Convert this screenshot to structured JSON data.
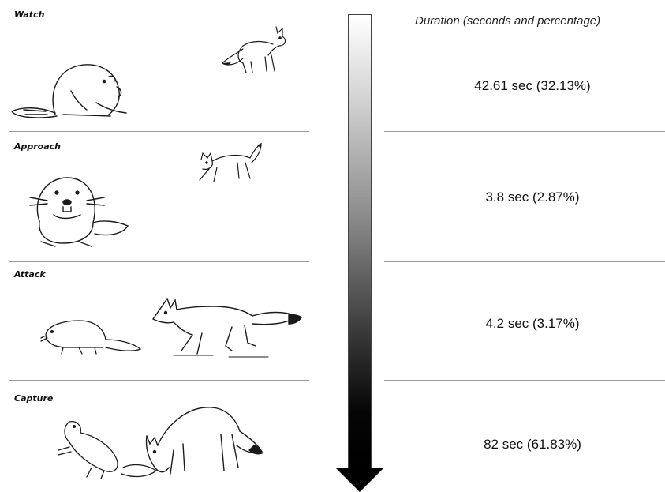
{
  "stages": [
    {
      "label": "Watch",
      "duration": "42.61 sec (32.13%)"
    },
    {
      "label": "Approach",
      "duration": "3.8 sec (2.87%)"
    },
    {
      "label": "Attack",
      "duration": "4.2 sec (3.17%)"
    },
    {
      "label": "Capture",
      "duration": "82 sec (61.83%)"
    }
  ],
  "duration_header": "Duration (seconds and percentage)",
  "arrow": {
    "gradient_from": "#ffffff",
    "gradient_to": "#000000"
  },
  "colors": {
    "divider": "#9a9a9a",
    "line_art": "#1a1a1a"
  }
}
